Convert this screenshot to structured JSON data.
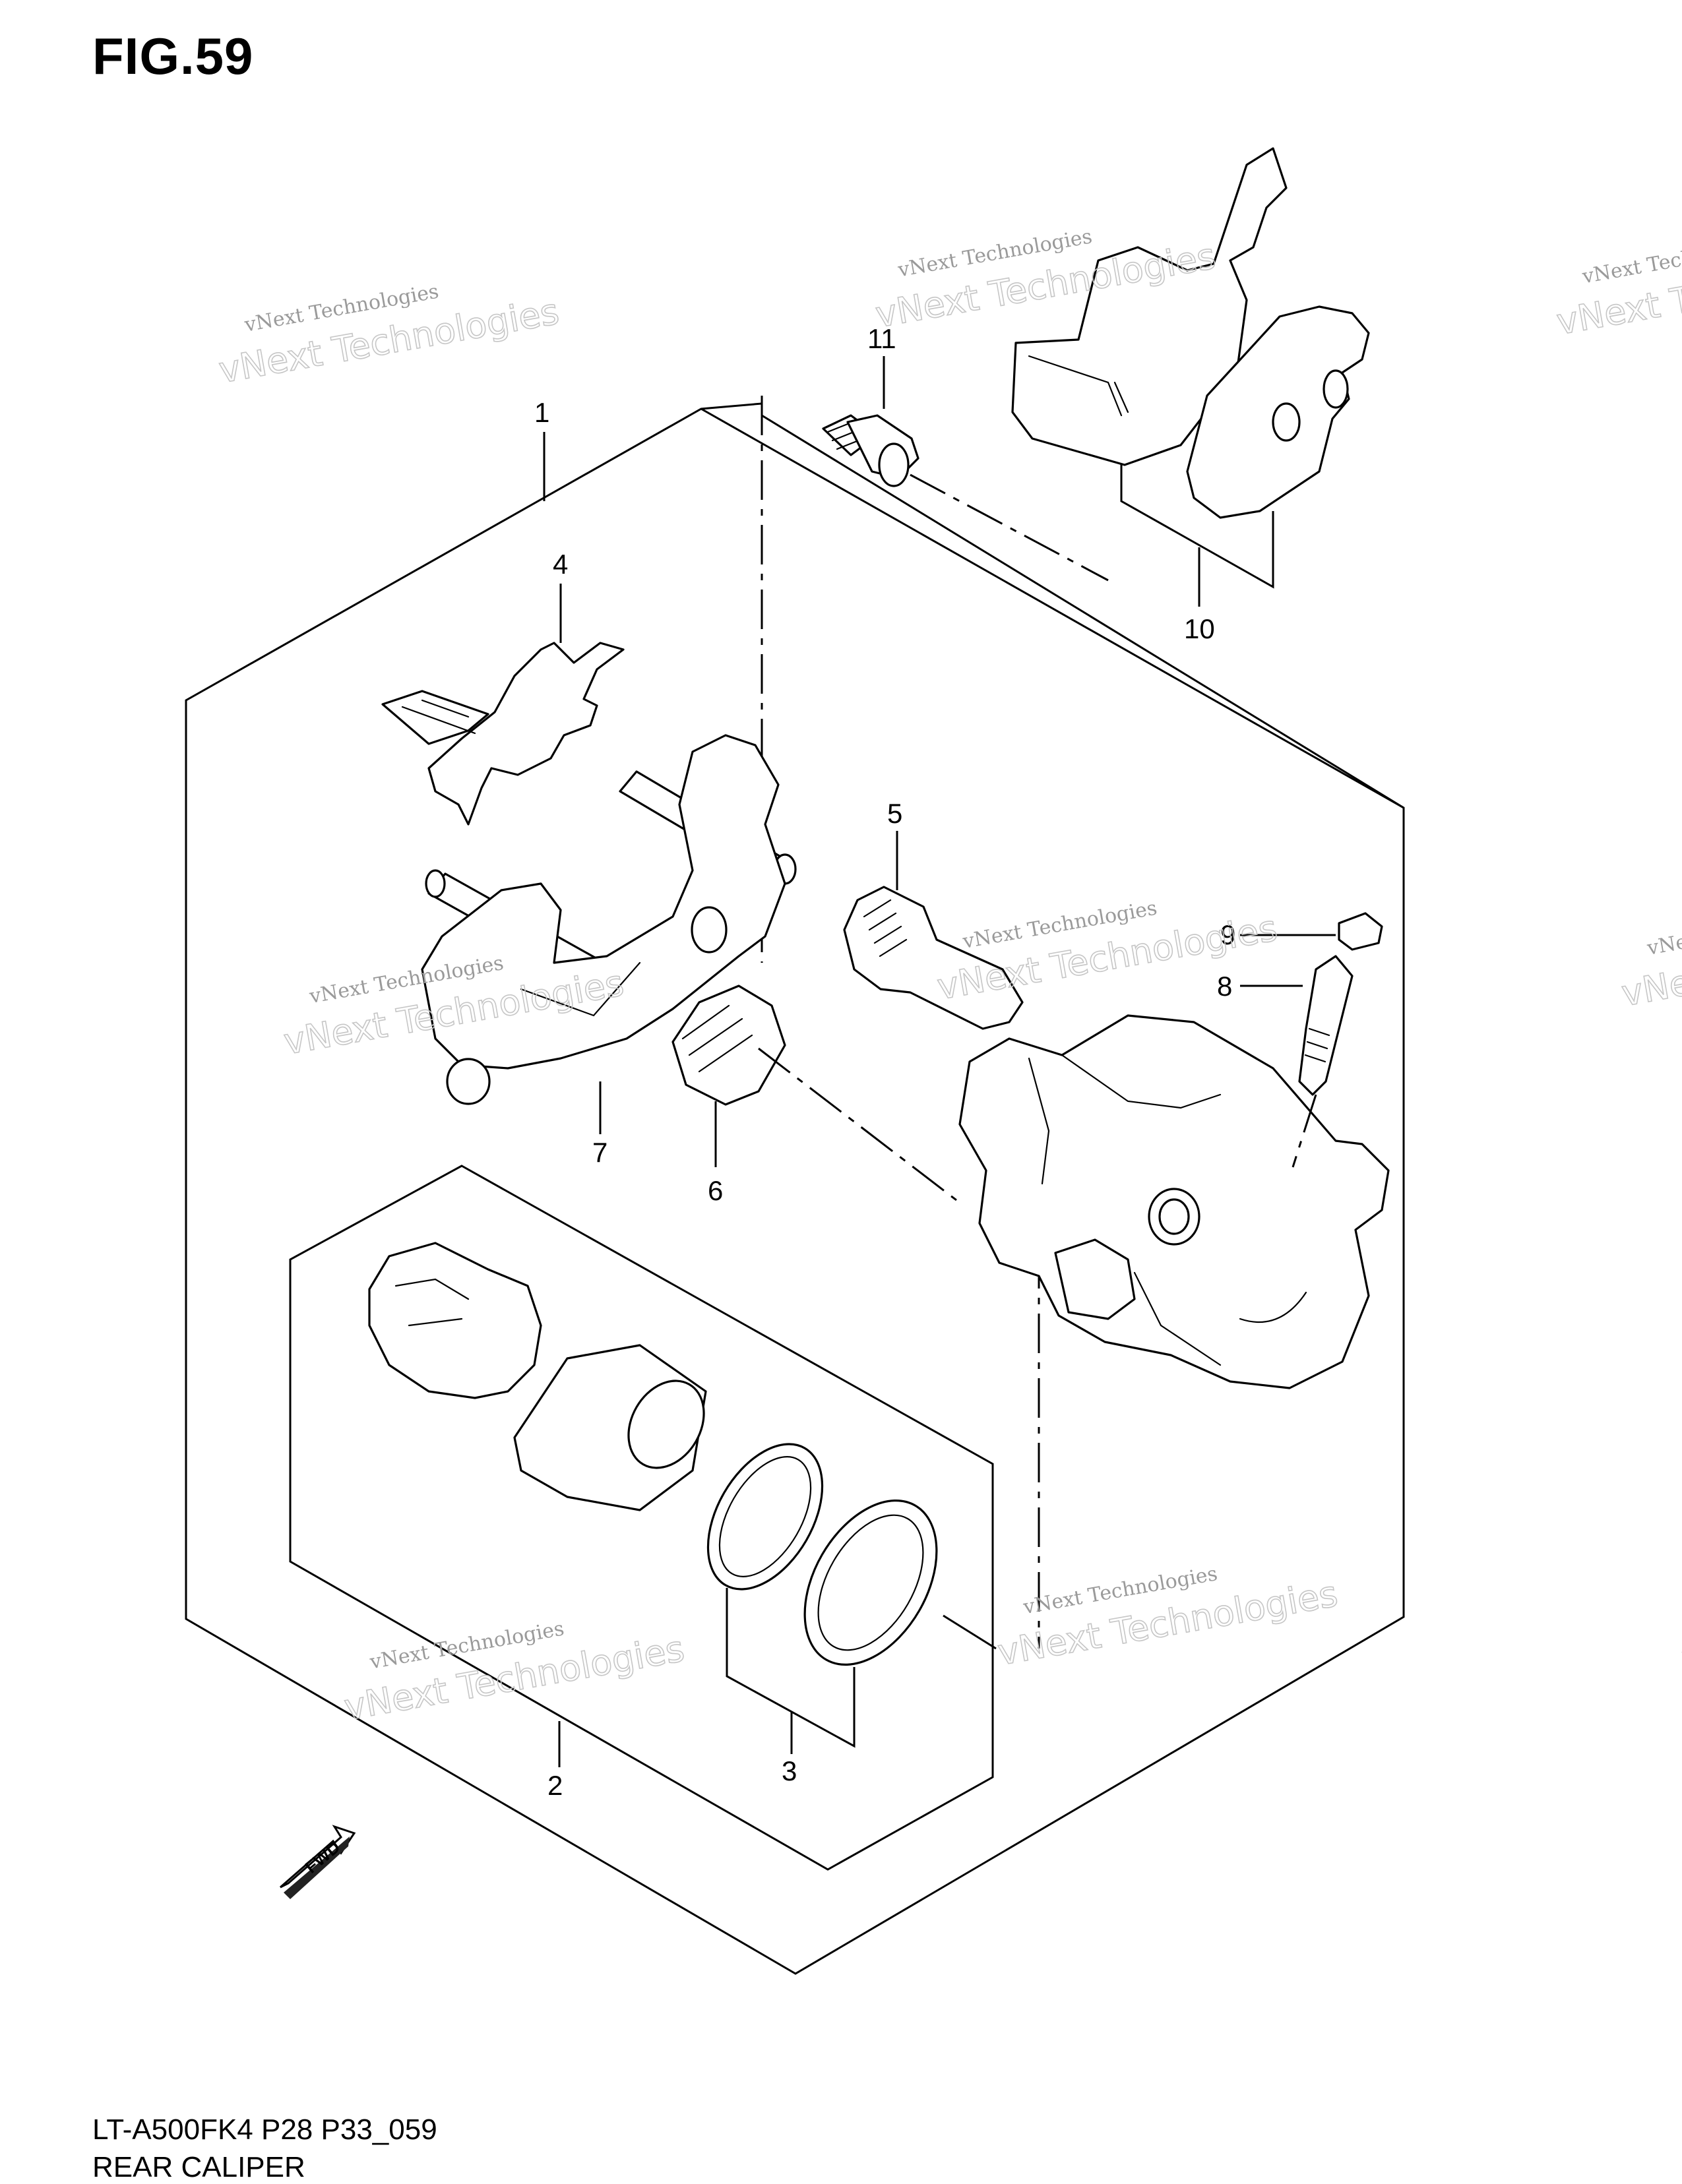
{
  "figure": {
    "title": "FIG.59",
    "model_code": "LT-A500FK4 P28 P33_059",
    "caption": "REAR CALIPER"
  },
  "watermark": {
    "line1": "vNext Technologies",
    "line2": "vNext Technologies"
  },
  "callouts": [
    "1",
    "2",
    "3",
    "4",
    "5",
    "6",
    "7",
    "8",
    "9",
    "10",
    "11"
  ],
  "fwd_label": "FWD"
}
